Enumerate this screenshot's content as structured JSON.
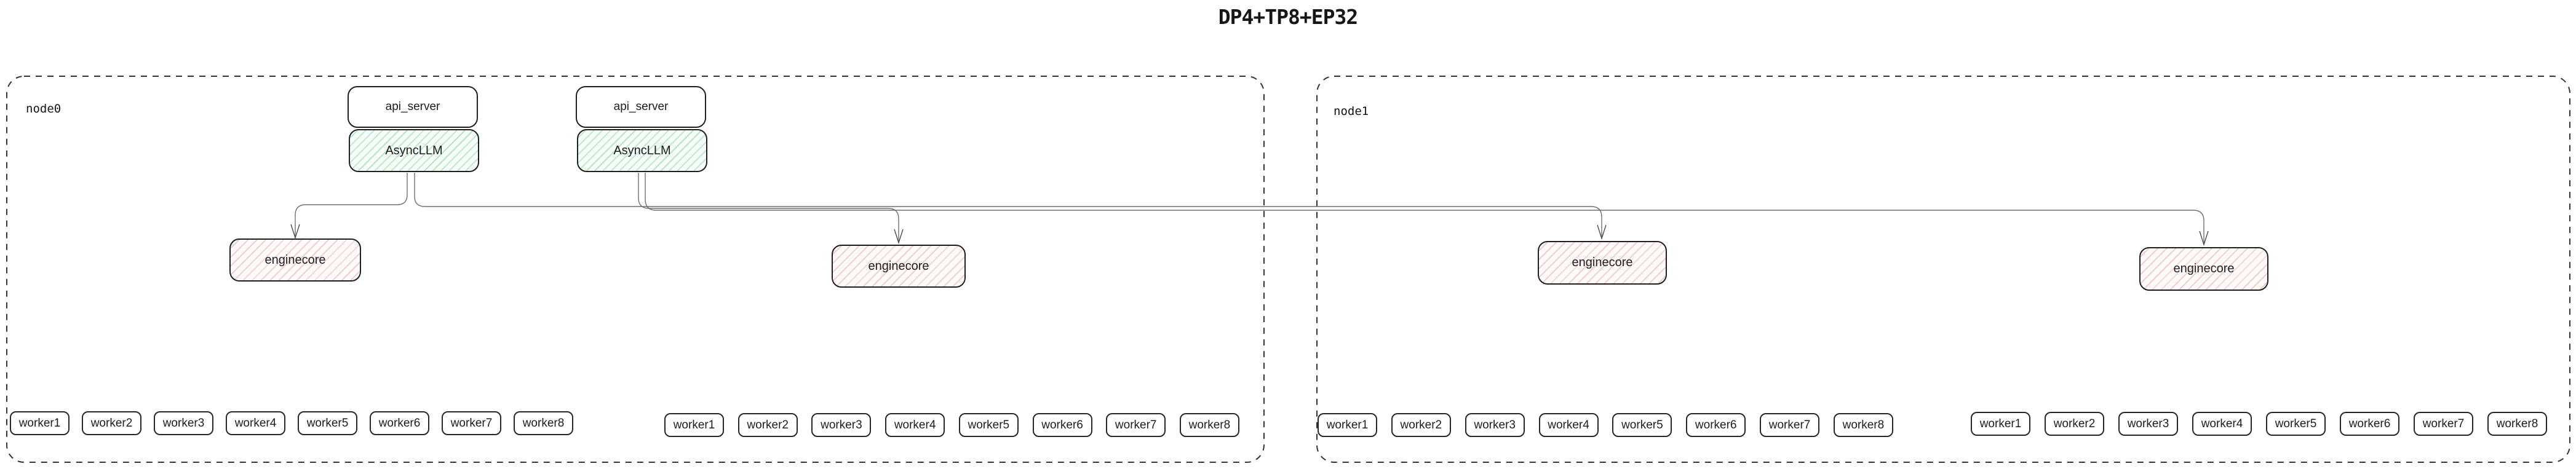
{
  "title": "DP4+TP8+EP32",
  "colors": {
    "background": "#ffffff",
    "box_border": "#1e1e1e",
    "node_border": "#333333",
    "async_llm_hatch": "#abe2bf",
    "async_llm_fill": "#f6fcf8",
    "enginecore_hatch": "#f2bdbd",
    "enginecore_fill": "#fffafa",
    "connector": "#666666",
    "text": "#1d1d1d"
  },
  "node0": {
    "label": "node0",
    "api_servers": [
      {
        "label": "api_server"
      },
      {
        "label": "api_server"
      }
    ],
    "async_llms": [
      {
        "label": "AsyncLLM"
      },
      {
        "label": "AsyncLLM"
      }
    ],
    "enginecores": [
      {
        "label": "enginecore"
      },
      {
        "label": "enginecore"
      }
    ],
    "worker_groups": [
      {
        "workers": [
          "worker1",
          "worker2",
          "worker3",
          "worker4",
          "worker5",
          "worker6",
          "worker7",
          "worker8"
        ]
      },
      {
        "workers": [
          "worker1",
          "worker2",
          "worker3",
          "worker4",
          "worker5",
          "worker6",
          "worker7",
          "worker8"
        ]
      }
    ]
  },
  "node1": {
    "label": "node1",
    "enginecores": [
      {
        "label": "enginecore"
      },
      {
        "label": "enginecore"
      }
    ],
    "worker_groups": [
      {
        "workers": [
          "worker1",
          "worker2",
          "worker3",
          "worker4",
          "worker5",
          "worker6",
          "worker7",
          "worker8"
        ]
      },
      {
        "workers": [
          "worker1",
          "worker2",
          "worker3",
          "worker4",
          "worker5",
          "worker6",
          "worker7",
          "worker8"
        ]
      }
    ]
  }
}
